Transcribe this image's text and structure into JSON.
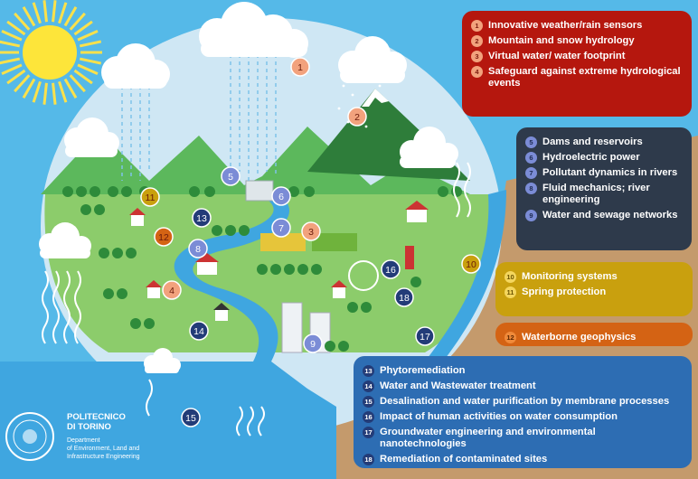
{
  "title": "",
  "colors": {
    "red_panel": "#b5170e",
    "dark_panel": "#2e3a4b",
    "gold_panel": "#c9a00e",
    "orange_panel": "#d46314",
    "blue_panel": "#2d6db3",
    "sky": "#55b9e8",
    "soil": "#c49a6c"
  },
  "panels": {
    "red": [
      {
        "n": "1",
        "text": "Innovative weather/rain sensors"
      },
      {
        "n": "2",
        "text": "Mountain and snow hydrology"
      },
      {
        "n": "3",
        "text": "Virtual water/ water footprint"
      },
      {
        "n": "4",
        "text": "Safeguard against extreme hydrological events"
      }
    ],
    "dark": [
      {
        "n": "5",
        "text": "Dams and reservoirs"
      },
      {
        "n": "6",
        "text": "Hydroelectric power"
      },
      {
        "n": "7",
        "text": "Pollutant dynamics in rivers"
      },
      {
        "n": "8",
        "text": "Fluid mechanics; river engineering"
      },
      {
        "n": "9",
        "text": "Water and sewage networks"
      }
    ],
    "gold": [
      {
        "n": "10",
        "text": "Monitoring systems"
      },
      {
        "n": "11",
        "text": "Spring protection"
      }
    ],
    "orange": [
      {
        "n": "12",
        "text": "Waterborne geophysics"
      }
    ],
    "blue": [
      {
        "n": "13",
        "text": "Phytoremediation"
      },
      {
        "n": "14",
        "text": "Water and Wastewater treatment"
      },
      {
        "n": "15",
        "text": "Desalination and water purification by membrane processes"
      },
      {
        "n": "16",
        "text": "Impact of human activities on water consumption"
      },
      {
        "n": "17",
        "text": "Groundwater engineering and environmental nanotechnologies"
      },
      {
        "n": "18",
        "text": "Remediation of contaminated sites"
      }
    ]
  },
  "markers": [
    "1",
    "2",
    "3",
    "4",
    "5",
    "6",
    "7",
    "8",
    "9",
    "10",
    "11",
    "12",
    "13",
    "14",
    "15",
    "16",
    "17",
    "18"
  ],
  "logo": {
    "name_line1": "POLITECNICO",
    "name_line2": "DI TORINO",
    "dept_line1": "Department",
    "dept_line2": "of Environment, Land and",
    "dept_line3": "Infrastructure Engineering"
  }
}
